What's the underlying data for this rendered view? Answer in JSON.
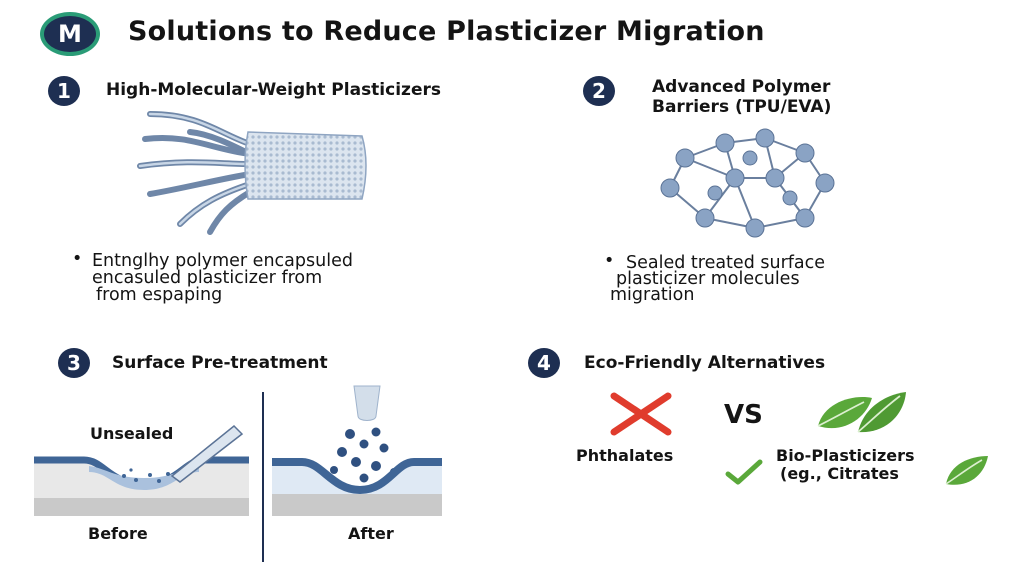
{
  "header": {
    "logo_letter": "M",
    "title": "Solutions to Reduce Plasticizer Migration"
  },
  "sections": [
    {
      "number": "1",
      "title": "High-Molecular-Weight Plasticizers",
      "bullet": "•",
      "lines": [
        "Entnglhy polymer encapsuled",
        "encasuled plasticizer from",
        "from espaping"
      ]
    },
    {
      "number": "2",
      "title_lines": [
        "Advanced Polymer",
        "Barriers (TPU/EVA)"
      ],
      "bullet": "•",
      "lines": [
        "Sealed treated surface",
        "plasticizer molecules",
        "migration"
      ]
    },
    {
      "number": "3",
      "title": "Surface Pre-treatment",
      "unsealed_label": "Unsealed",
      "before_label": "Before",
      "after_label": "After"
    },
    {
      "number": "4",
      "title": "Eco-Friendly Alternatives",
      "vs_label": "VS",
      "left_label": "Phthalates",
      "right_label_lines": [
        "Bio-Plasticizers",
        "(eg., Citrates"
      ]
    }
  ],
  "icons": [
    "x-mark-icon",
    "check-mark-icon",
    "leaf-icon",
    "nozzle-icon"
  ],
  "colors": {
    "navy": "#1e2f52",
    "logo_green": "#2a9c77",
    "red_x": "#e03c2d",
    "leaf_green": "#5aa83a",
    "layer_blue": "#3f6596",
    "molecule": "#8aa3c4"
  }
}
